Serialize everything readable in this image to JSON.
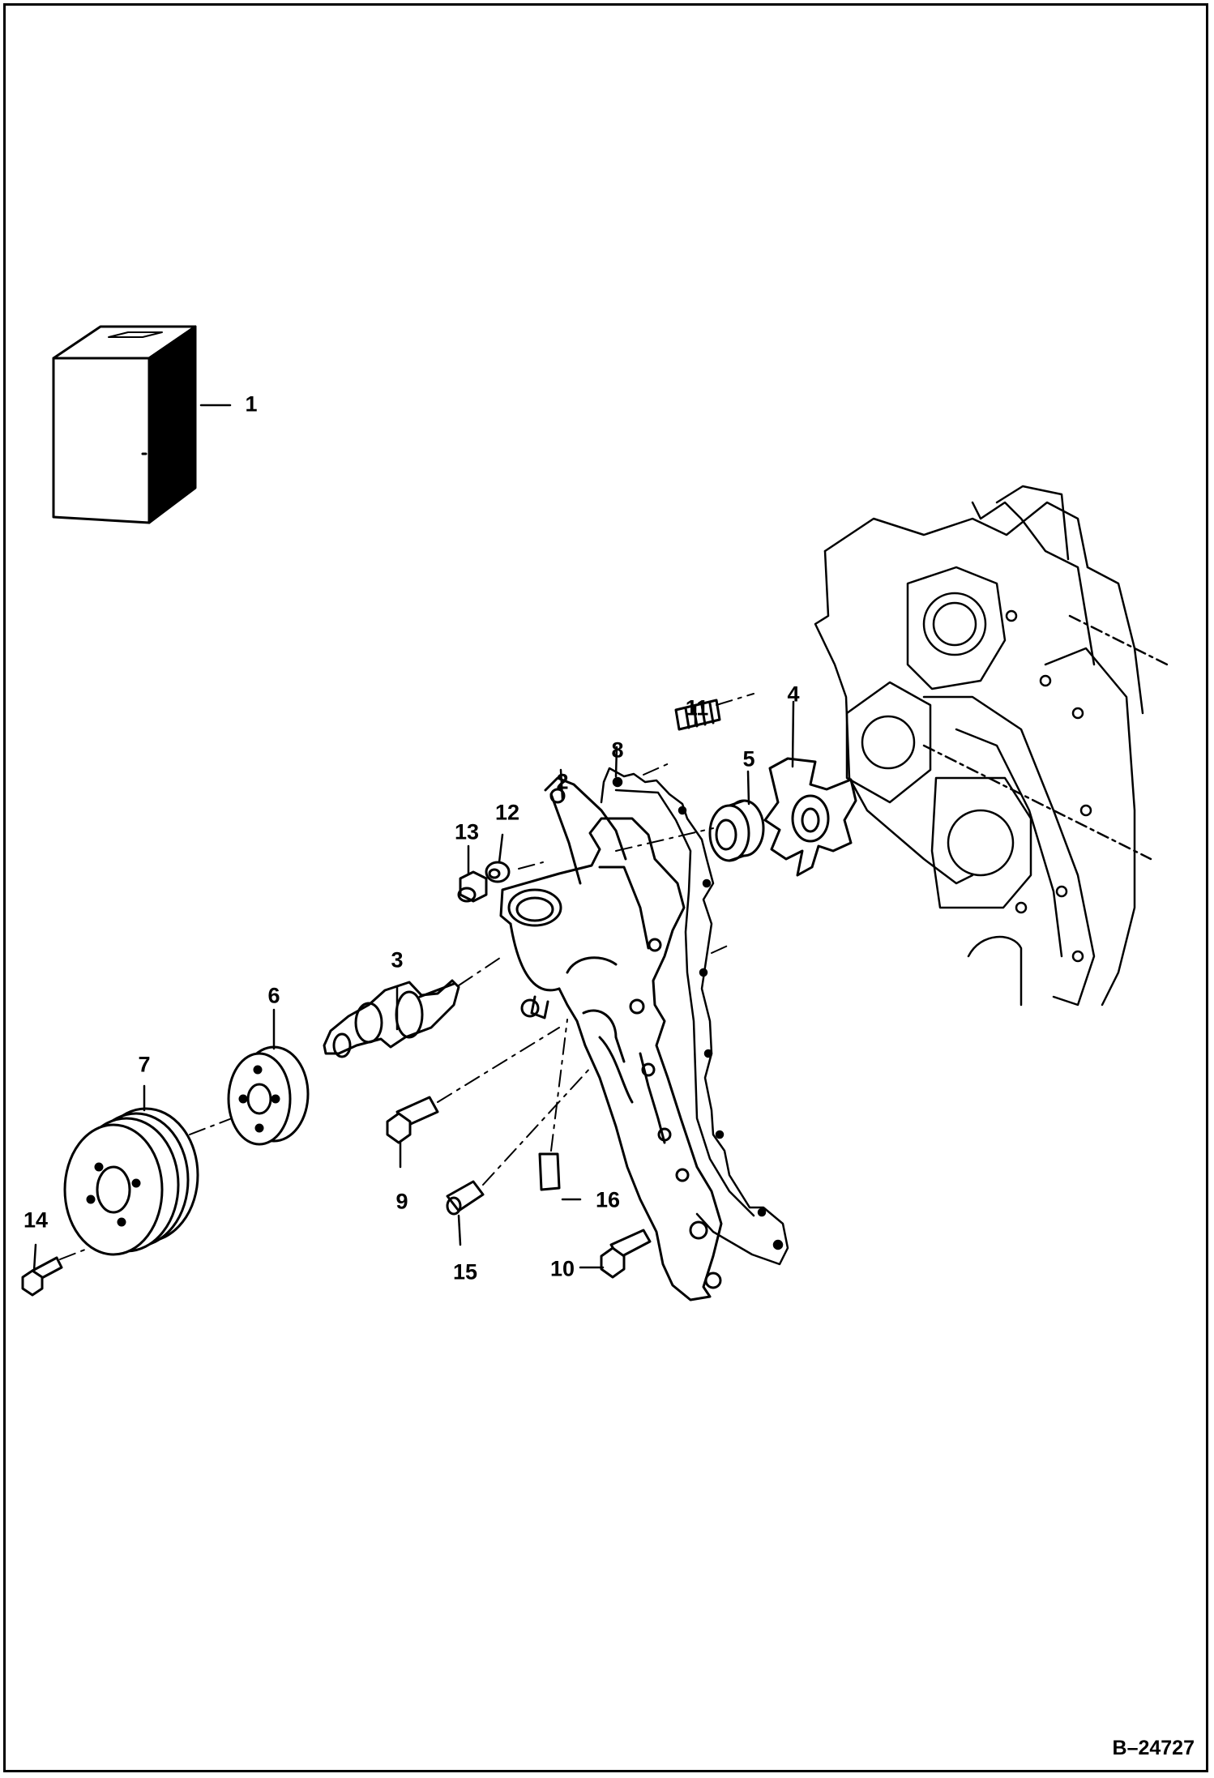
{
  "figure_id": "B–24727",
  "callouts": {
    "c1": "1",
    "c2": "2",
    "c3": "3",
    "c4": "4",
    "c5": "5",
    "c6": "6",
    "c7": "7",
    "c8": "8",
    "c9": "9",
    "c10": "10",
    "c11": "11",
    "c12": "12",
    "c13": "13",
    "c14": "14",
    "c15": "15",
    "c16": "16"
  },
  "colors": {
    "line": "#000000",
    "background": "#ffffff"
  }
}
